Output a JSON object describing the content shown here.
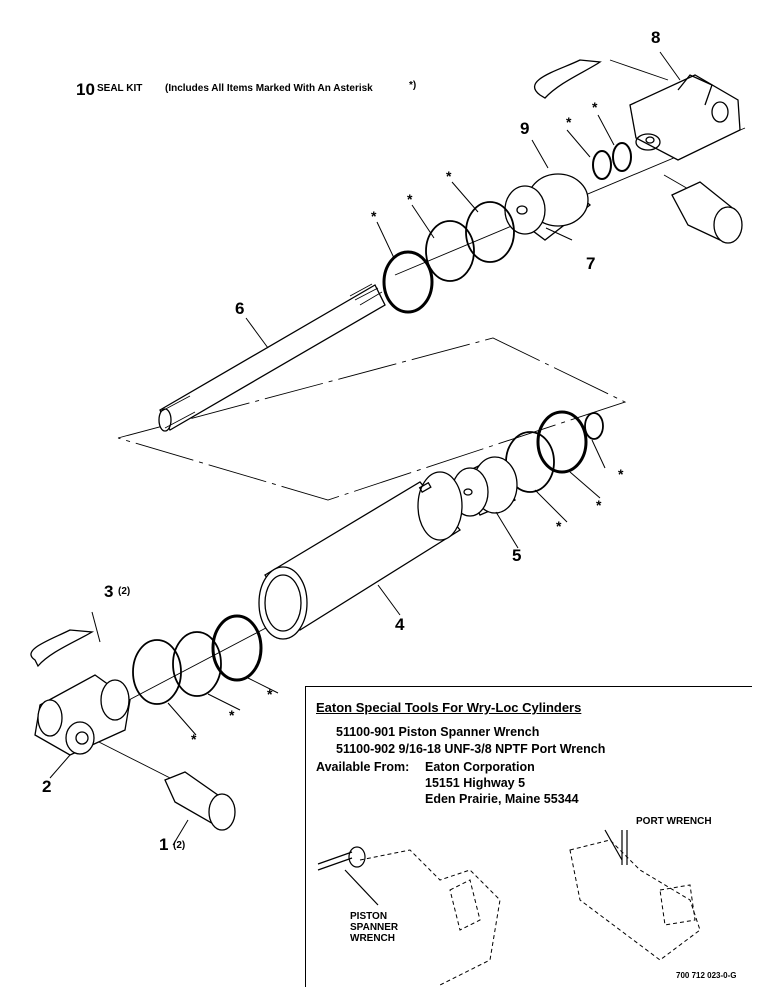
{
  "seal_kit": {
    "number": "10",
    "label": "SEAL KIT",
    "note": "(Includes All Items Marked With An Asterisk",
    "asterisk_close": "*)"
  },
  "callouts": {
    "c1": "1",
    "c1_qty": "(2)",
    "c2": "2",
    "c3": "3",
    "c3_qty": "(2)",
    "c4": "4",
    "c5": "5",
    "c6": "6",
    "c7": "7",
    "c8": "8",
    "c9": "9"
  },
  "asterisk": "*",
  "tools_box": {
    "title": "Eaton Special Tools For Wry-Loc Cylinders",
    "tool1": "51100-901  Piston Spanner Wrench",
    "tool2": "51100-902  9/16-18 UNF-3/8 NPTF Port Wrench",
    "available_label": "Available From:",
    "company": "Eaton Corporation",
    "address1": "15151 Highway 5",
    "address2": "Eden Prairie, Maine  55344",
    "port_wrench_label": "PORT WRENCH",
    "piston_label_1": "PISTON",
    "piston_label_2": "SPANNER",
    "piston_label_3": "WRENCH"
  },
  "doc_number": "700 712 023-0-G"
}
